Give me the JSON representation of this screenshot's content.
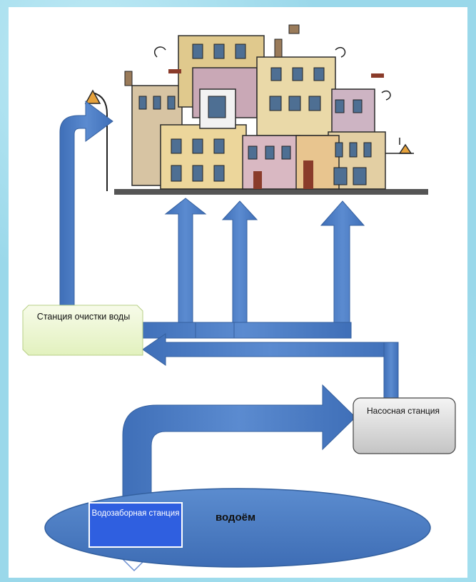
{
  "stations": {
    "cleaning": "Станция очистки воды",
    "pumping": "Насосная станция",
    "intake": "Водозаборная станция"
  },
  "reservoir": "водоём",
  "colors": {
    "arrow": "#4f7fc4",
    "arrow_edge": "#3f6aa8",
    "reservoir": "#4a7cc3",
    "intake_box": "#2f5fe0",
    "cleaning_box": "#edf7d6",
    "pumping_box": "#d9d9d9"
  },
  "illustration": "city-buildings"
}
